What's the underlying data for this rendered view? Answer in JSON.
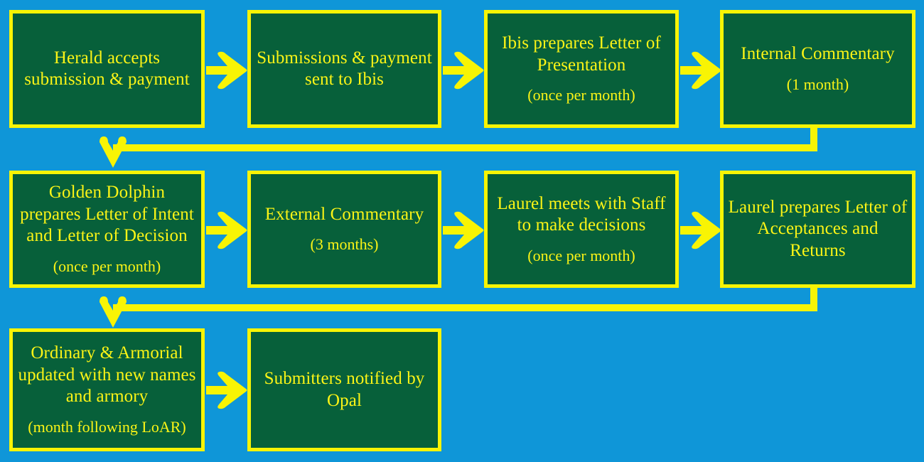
{
  "diagram": {
    "title": "Heraldic submission process flowchart",
    "colors": {
      "background": "#0f96d8",
      "node_fill": "#07603a",
      "node_border": "#f8f404",
      "text": "#fbf416",
      "arrow": "#f8f404"
    },
    "nodes": [
      {
        "id": "n1",
        "main": "Herald accepts submission & payment",
        "sub": ""
      },
      {
        "id": "n2",
        "main": "Submissions & payment sent to Ibis",
        "sub": ""
      },
      {
        "id": "n3",
        "main": "Ibis prepares Letter of Presentation",
        "sub": "(once per month)"
      },
      {
        "id": "n4",
        "main": "Internal Commentary",
        "sub": "(1 month)"
      },
      {
        "id": "n5",
        "main": "Golden Dolphin prepares Letter of Intent and Letter of Decision",
        "sub": "(once per month)"
      },
      {
        "id": "n6",
        "main": "External Commentary",
        "sub": "(3 months)"
      },
      {
        "id": "n7",
        "main": "Laurel meets with Staff to make decisions",
        "sub": "(once per month)"
      },
      {
        "id": "n8",
        "main": "Laurel prepares Letter of Acceptances and Returns",
        "sub": ""
      },
      {
        "id": "n9",
        "main": "Ordinary & Armorial updated with new names and armory",
        "sub": "(month following LoAR)"
      },
      {
        "id": "n10",
        "main": "Submitters notified by Opal",
        "sub": ""
      }
    ],
    "connectors": [
      {
        "id": "a1",
        "from": "n1",
        "to": "n2",
        "kind": "arrow-right"
      },
      {
        "id": "a2",
        "from": "n2",
        "to": "n3",
        "kind": "arrow-right"
      },
      {
        "id": "a3",
        "from": "n3",
        "to": "n4",
        "kind": "arrow-right"
      },
      {
        "id": "a4",
        "from": "n4",
        "to": "n5",
        "kind": "wrap-down-left"
      },
      {
        "id": "a5",
        "from": "n5",
        "to": "n6",
        "kind": "arrow-right"
      },
      {
        "id": "a6",
        "from": "n6",
        "to": "n7",
        "kind": "arrow-right"
      },
      {
        "id": "a7",
        "from": "n7",
        "to": "n8",
        "kind": "arrow-right"
      },
      {
        "id": "a8",
        "from": "n8",
        "to": "n9",
        "kind": "wrap-down-left"
      },
      {
        "id": "a9",
        "from": "n9",
        "to": "n10",
        "kind": "arrow-right"
      }
    ]
  }
}
